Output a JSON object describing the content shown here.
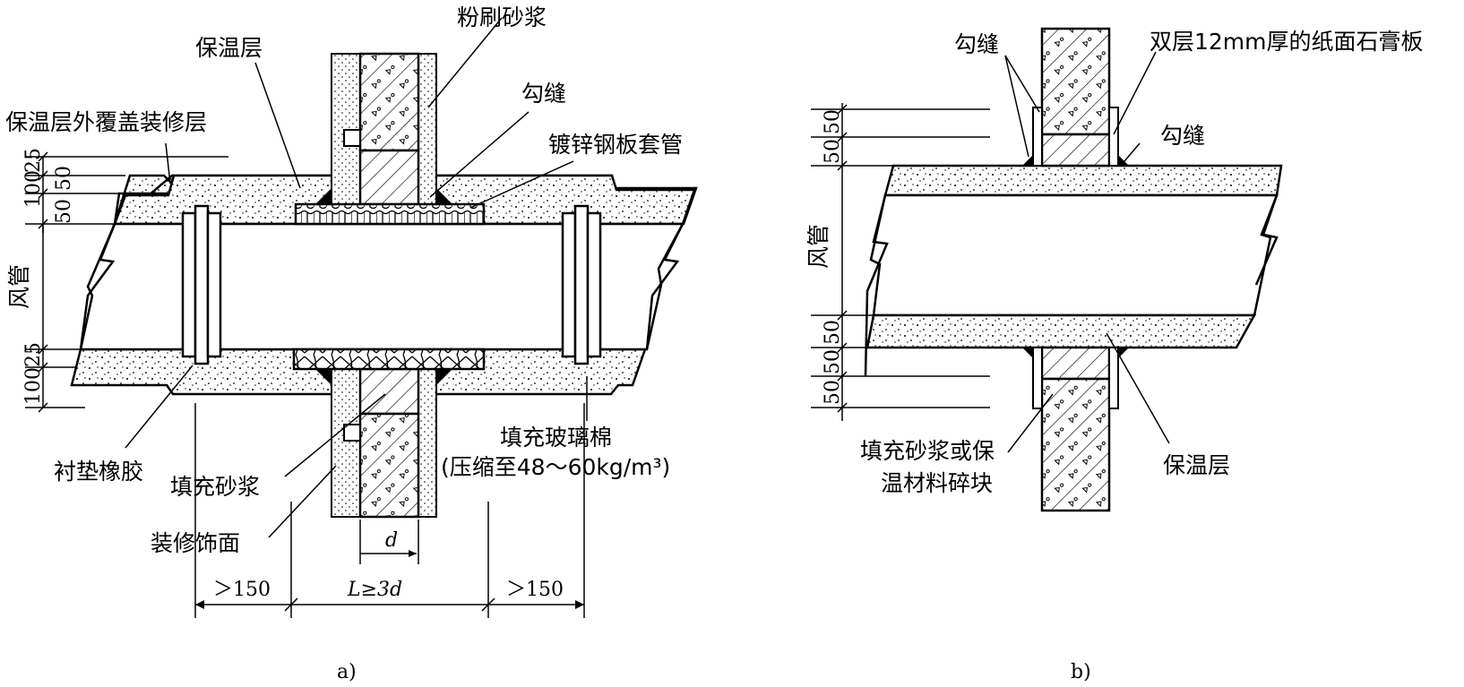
{
  "diagram_a": {
    "caption": "a)",
    "labels": {
      "powder_mortar": "粉刷砂浆",
      "insulation_layer": "保温层",
      "insulation_cover": "保温层外覆盖装修层",
      "pointing": "勾缝",
      "galvanized_sleeve": "镀锌钢板套管",
      "duct": "风管",
      "rubber_gasket": "衬垫橡胶",
      "fill_mortar": "填充砂浆",
      "glass_wool_line1": "填充玻璃棉",
      "glass_wool_line2": "(压缩至48～60kg/m³)",
      "finish_surface": "装修饰面"
    },
    "dims": {
      "left_top": [
        "25",
        "50",
        "100"
      ],
      "left_top_extra": "50",
      "left_bottom": [
        "25",
        "100"
      ],
      "d": "d",
      "gt150_left": "＞150",
      "length": "L≥3d",
      "gt150_right": "＞150"
    }
  },
  "diagram_b": {
    "caption": "b)",
    "labels": {
      "pointing_top": "勾缝",
      "gypsum_board": "双层12mm厚的纸面石膏板",
      "pointing_right": "勾缝",
      "duct": "风管",
      "fill_line1": "填充砂浆或保",
      "fill_line2": "温材料碎块",
      "insulation_layer": "保温层"
    },
    "dims": {
      "top": [
        "50",
        "50"
      ],
      "bottom": [
        "50",
        "50",
        "50"
      ]
    }
  }
}
